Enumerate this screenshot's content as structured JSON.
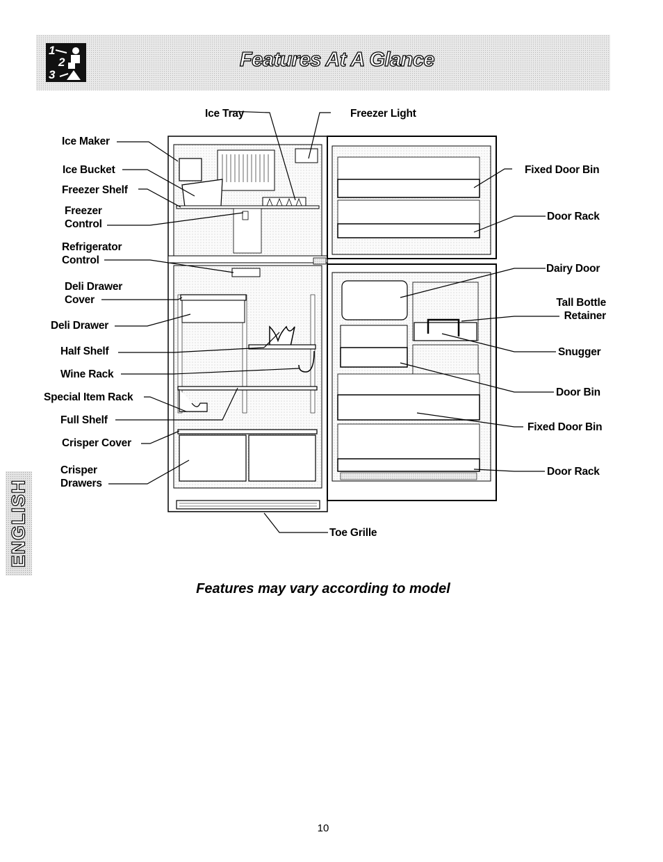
{
  "header": {
    "title": "Features At A Glance",
    "logo_steps": [
      "1",
      "2",
      "3"
    ]
  },
  "side_tab": {
    "label": "ENGLISH"
  },
  "labels": {
    "ice_tray": "Ice Tray",
    "freezer_light": "Freezer Light",
    "ice_maker": "Ice Maker",
    "ice_bucket": "Ice Bucket",
    "freezer_shelf": "Freezer Shelf",
    "freezer_control_1": "Freezer",
    "freezer_control_2": "Control",
    "refrigerator_control_1": "Refrigerator",
    "refrigerator_control_2": "Control",
    "deli_drawer_cover_1": "Deli Drawer",
    "deli_drawer_cover_2": "Cover",
    "deli_drawer": "Deli Drawer",
    "half_shelf": "Half Shelf",
    "wine_rack": "Wine Rack",
    "special_item_rack": "Special Item Rack",
    "full_shelf": "Full Shelf",
    "crisper_cover": "Crisper Cover",
    "crisper_drawers_1": "Crisper",
    "crisper_drawers_2": "Drawers",
    "fixed_door_bin_top": "Fixed Door Bin",
    "door_rack_top": "Door Rack",
    "dairy_door": "Dairy Door",
    "tall_bottle_retainer_1": "Tall Bottle",
    "tall_bottle_retainer_2": "Retainer",
    "snugger": "Snugger",
    "door_bin": "Door Bin",
    "fixed_door_bin_bottom": "Fixed Door Bin",
    "door_rack_bottom": "Door Rack",
    "toe_grille": "Toe Grille"
  },
  "footnote": "Features may vary according to model",
  "page_number": "10"
}
